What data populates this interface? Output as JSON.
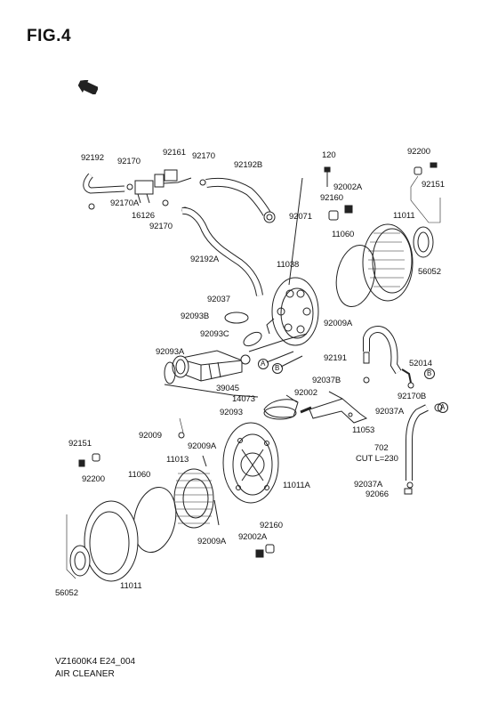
{
  "figure_title": "FIG.4",
  "fwd_label": "FWD",
  "footer": {
    "model_code": "VZ1600K4 E24_004",
    "section_name": "AIR CLEANER"
  },
  "callouts": {
    "c92192": "92192",
    "c92170_1": "92170",
    "c92161": "92161",
    "c92170_2": "92170",
    "c92192B": "92192B",
    "c120": "120",
    "c92200_top": "92200",
    "c92151_top": "92151",
    "c92170A": "92170A",
    "c16126": "16126",
    "c92170_3": "92170",
    "c92071": "92071",
    "c92002A_top": "92002A",
    "c92160_top": "92160",
    "c11011_top": "11011",
    "c11060_top": "11060",
    "c92192A": "92192A",
    "c11038": "11038",
    "c56052_top": "56052",
    "c92037": "92037",
    "c92093B": "92093B",
    "c92009A_1": "92009A",
    "c92093C": "92093C",
    "c92191": "92191",
    "c92093A": "92093A",
    "c52014": "52014",
    "c92037B": "92037B",
    "c39045": "39045",
    "c14073": "14073",
    "c92002": "92002",
    "c92170B": "92170B",
    "c92093": "92093",
    "c92037A_1": "92037A",
    "c11053": "11053",
    "c92009": "92009",
    "c92151_bot": "92151",
    "c92009A_2": "92009A",
    "c702": "702",
    "c_cut": "CUT L=230",
    "c11013": "11013",
    "c92200_bot": "92200",
    "c11060_bot": "11060",
    "c11011A": "11011A",
    "c92037A_2": "92037A",
    "c92066": "92066",
    "c92160_bot": "92160",
    "c92009A_3": "92009A",
    "c92002A_bot": "92002A",
    "c56052_bot": "56052",
    "c11011_bot": "11011",
    "ref_A": "A",
    "ref_B": "B"
  }
}
